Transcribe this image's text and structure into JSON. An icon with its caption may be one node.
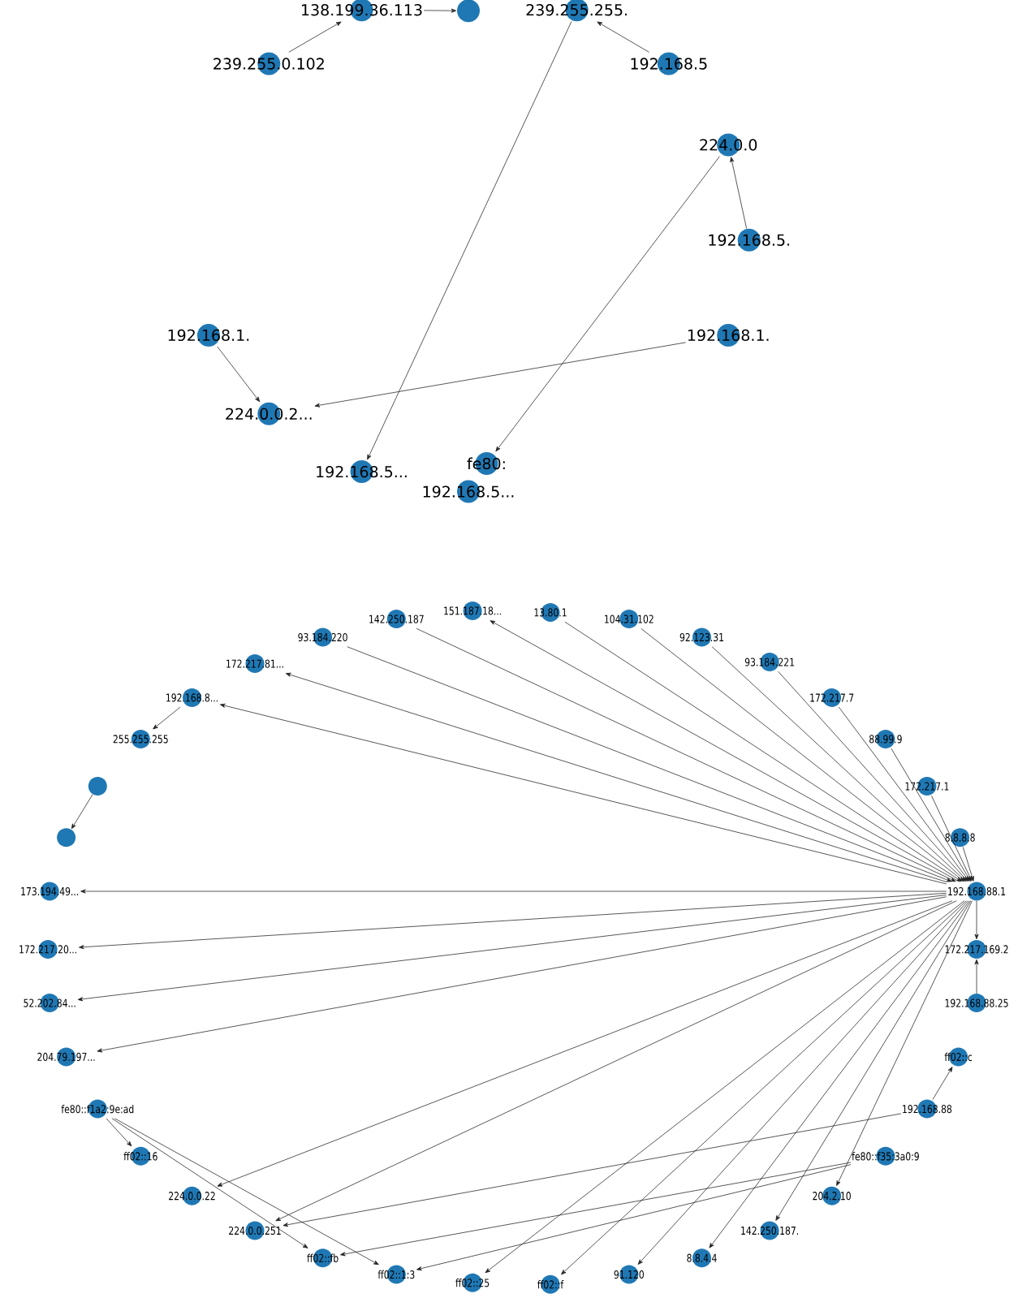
{
  "diagram": {
    "nodes": [
      {
        "text": [],
        "shape": "circle"
      },
      {
        "text": [
          "138.199.36.113"
        ]
      },
      {
        "text": [
          "239.255.255."
        ]
      },
      {
        "text": [
          "239.255.0.102"
        ]
      },
      {
        "text": [
          "192.168.5"
        ]
      },
      {
        "text": [
          "224.0.0"
        ]
      },
      {
        "text": [
          "192.168.5."
        ]
      },
      {
        "text": [
          "192.168.1."
        ]
      },
      {
        "text": [
          "192.168.1."
        ]
      },
      {
        "text": [
          "224.0.0.2..."
        ]
      },
      {
        "text": [
          "192.168.5..."
        ]
      },
      {
        "text": [
          "fe80:"
        ]
      },
      {
        "text": [
          "192.168.5..."
        ]
      },
      {
        "text": [
          "192.168.88.1"
        ]
      },
      {
        "text": [
          "8.8.8.8"
        ]
      },
      {
        "text": [
          "172.217.1"
        ]
      },
      {
        "text": [
          "88.99.9"
        ]
      },
      {
        "text": [
          "172.217.7"
        ]
      },
      {
        "text": [
          "93.184.221"
        ]
      },
      {
        "text": [
          "92.123.31"
        ]
      },
      {
        "text": [
          "104.31.102"
        ]
      },
      {
        "text": [
          "13.80.1"
        ]
      },
      {
        "text": [
          "151.187.18..."
        ]
      },
      {
        "text": [
          "142.250.187"
        ]
      },
      {
        "text": [
          "93.184.220"
        ]
      },
      {
        "text": [
          "172.217.81..."
        ]
      },
      {
        "text": [
          "192.168.8..."
        ]
      },
      {
        "text": [
          "255.255.255"
        ]
      },
      {
        "text": [],
        "shape": "circle"
      },
      {
        "text": [],
        "shape": "circle"
      },
      {
        "text": [
          "173.194.49..."
        ]
      },
      {
        "text": [
          "172.217.20..."
        ]
      },
      {
        "text": [
          "52.202.84..."
        ]
      },
      {
        "text": [
          "204.79.197..."
        ]
      },
      {
        "text": [
          "fe80::f1a2:9e:ad"
        ]
      },
      {
        "text": [
          "ff02::16"
        ]
      },
      {
        "text": [
          "224.0.0.22"
        ]
      },
      {
        "text": [
          "224.0.0.251"
        ]
      },
      {
        "text": [
          "ff02::fb"
        ]
      },
      {
        "text": [
          "ff02::1:3"
        ]
      },
      {
        "text": [
          "ff02::25"
        ]
      },
      {
        "text": [
          "ff02::f"
        ]
      },
      {
        "text": [
          "91.120"
        ]
      },
      {
        "text": [
          "8.8.4.4"
        ]
      },
      {
        "text": [
          "142.250.187."
        ]
      },
      {
        "text": [
          "204.2.10"
        ]
      },
      {
        "text": [
          "fe80::f35:3a0:9"
        ]
      },
      {
        "text": [
          "192.168.88"
        ]
      },
      {
        "text": [
          "ff02::c"
        ]
      },
      {
        "text": [
          "192.168.88.25"
        ]
      },
      {
        "text": [
          "172.217.169.2"
        ]
      }
    ],
    "edges": [
      {
        "from": 3,
        "to": 1,
        "arrow": "to"
      },
      {
        "from": 1,
        "to": 0,
        "arrow": "to"
      },
      {
        "from": 4,
        "to": 2,
        "arrow": "to"
      },
      {
        "from": 2,
        "to": 10,
        "arrow": "to"
      },
      {
        "from": 6,
        "to": 5,
        "arrow": "to"
      },
      {
        "from": 5,
        "to": 11,
        "arrow": "to"
      },
      {
        "from": 7,
        "to": 9,
        "arrow": "to"
      },
      {
        "from": 8,
        "to": 9,
        "arrow": "to"
      },
      {
        "from": 14,
        "to": 13,
        "arrow": "to"
      },
      {
        "from": 15,
        "to": 13,
        "arrow": "to"
      },
      {
        "from": 16,
        "to": 13,
        "arrow": "to"
      },
      {
        "from": 17,
        "to": 13,
        "arrow": "to"
      },
      {
        "from": 18,
        "to": 13,
        "arrow": "to"
      },
      {
        "from": 19,
        "to": 13,
        "arrow": "to"
      },
      {
        "from": 20,
        "to": 13,
        "arrow": "to"
      },
      {
        "from": 21,
        "to": 13,
        "arrow": "to"
      },
      {
        "from": 13,
        "to": 22,
        "arrow": "to"
      },
      {
        "from": 23,
        "to": 13,
        "arrow": "to"
      },
      {
        "from": 24,
        "to": 13,
        "arrow": "to"
      },
      {
        "from": 13,
        "to": 25,
        "arrow": "to"
      },
      {
        "from": 13,
        "to": 26,
        "arrow": "to"
      },
      {
        "from": 13,
        "to": 30,
        "arrow": "to"
      },
      {
        "from": 13,
        "to": 31,
        "arrow": "to"
      },
      {
        "from": 13,
        "to": 32,
        "arrow": "to"
      },
      {
        "from": 13,
        "to": 33,
        "arrow": "to"
      },
      {
        "from": 13,
        "to": 36,
        "arrow": "to"
      },
      {
        "from": 13,
        "to": 37,
        "arrow": "to"
      },
      {
        "from": 13,
        "to": 40,
        "arrow": "to"
      },
      {
        "from": 13,
        "to": 41,
        "arrow": "to"
      },
      {
        "from": 13,
        "to": 42,
        "arrow": "to"
      },
      {
        "from": 13,
        "to": 43,
        "arrow": "to"
      },
      {
        "from": 13,
        "to": 44,
        "arrow": "to"
      },
      {
        "from": 13,
        "to": 45,
        "arrow": "to"
      },
      {
        "from": 13,
        "to": 50,
        "arrow": "to"
      },
      {
        "from": 49,
        "to": 50,
        "arrow": "to"
      },
      {
        "from": 26,
        "to": 27,
        "arrow": "to"
      },
      {
        "from": 28,
        "to": 29,
        "arrow": "to"
      },
      {
        "from": 34,
        "to": 35,
        "arrow": "to"
      },
      {
        "from": 34,
        "to": 38,
        "arrow": "to"
      },
      {
        "from": 34,
        "to": 39,
        "arrow": "to"
      },
      {
        "from": 46,
        "to": 38,
        "arrow": "to"
      },
      {
        "from": 46,
        "to": 39,
        "arrow": "to"
      },
      {
        "from": 47,
        "to": 37,
        "arrow": "to"
      },
      {
        "from": 47,
        "to": 48,
        "arrow": "to"
      }
    ]
  }
}
